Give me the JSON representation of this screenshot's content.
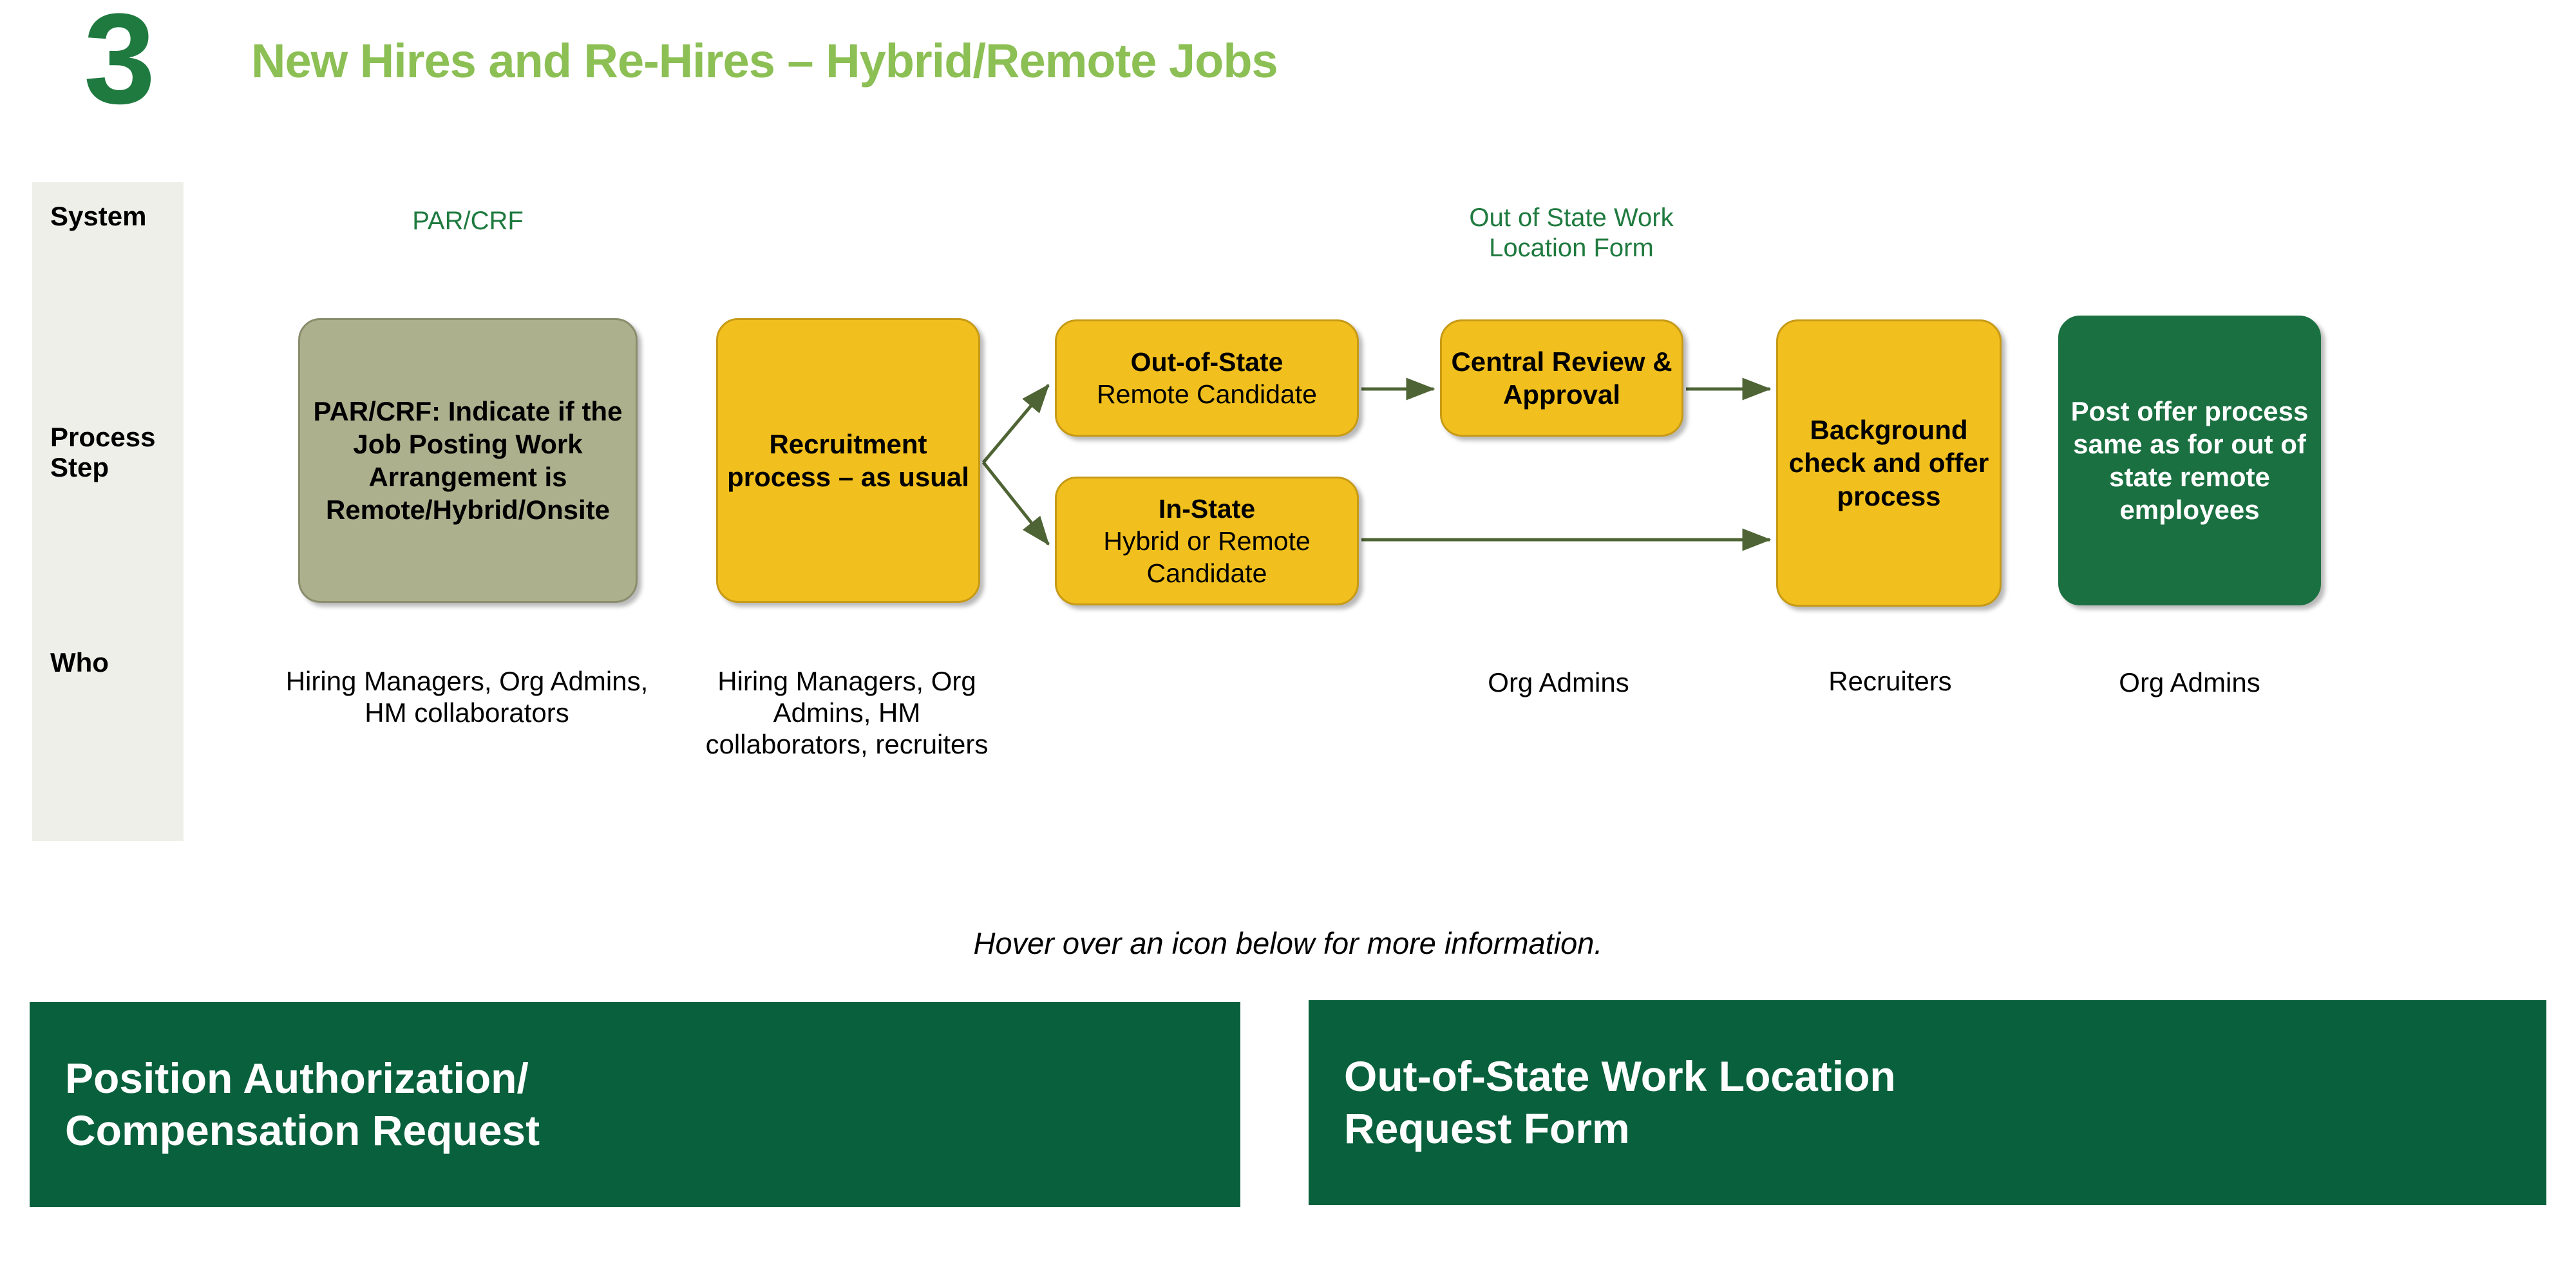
{
  "header": {
    "step_number": "3",
    "title": "New Hires and Re-Hires – Hybrid/Remote Jobs"
  },
  "colors": {
    "dark_green": "#1f7a3f",
    "light_green_title": "#8cbf54",
    "banner_green": "#09603c",
    "box_green": "#1a7040",
    "box_yellow": "#f2c01e",
    "box_sage": "#adb08d",
    "lane_background": "#efefe9",
    "connector": "#4f6435"
  },
  "lanes": {
    "system": "System",
    "process_step": "Process\nStep",
    "process_step_line1": "Process",
    "process_step_line2": "Step",
    "who": "Who"
  },
  "system_row": {
    "captions": [
      {
        "id": "parcrf",
        "text": "PAR/CRF"
      },
      {
        "id": "out-of-state-work-location-form",
        "line1": "Out of State Work",
        "line2": "Location Form"
      }
    ]
  },
  "process_row": {
    "boxes": [
      {
        "id": "parcrf",
        "text": "PAR/CRF: Indicate if the Job Posting Work Arrangement is Remote/Hybrid/Onsite",
        "style": "sage"
      },
      {
        "id": "recruitment",
        "text": "Recruitment process – as usual",
        "style": "yellow"
      },
      {
        "id": "out-of-state",
        "heading": "Out-of-State",
        "subtext": "Remote Candidate",
        "style": "yellow"
      },
      {
        "id": "in-state",
        "heading": "In-State",
        "subtext": "Hybrid or Remote Candidate",
        "style": "yellow"
      },
      {
        "id": "central-review",
        "text": "Central Review & Approval",
        "style": "yellow"
      },
      {
        "id": "background-check",
        "text": "Background check and offer process",
        "style": "yellow"
      },
      {
        "id": "post-offer",
        "text": "Post offer process same as for out of state remote employees",
        "style": "green"
      }
    ]
  },
  "who_row": {
    "entries": [
      {
        "id": "parcrf",
        "text": "Hiring Managers, Org Admins, HM collaborators"
      },
      {
        "id": "recruitment",
        "text": "Hiring Managers, Org Admins, HM collaborators, recruiters"
      },
      {
        "id": "central-review",
        "text": "Org Admins"
      },
      {
        "id": "background-check",
        "text": "Recruiters"
      },
      {
        "id": "post-offer",
        "text": "Org Admins"
      }
    ]
  },
  "hover_hint": "Hover over an icon below for more information.",
  "banners": [
    {
      "id": "par-compensation-request",
      "line1": "Position Authorization/",
      "line2": "Compensation Request"
    },
    {
      "id": "out-of-state-work-location-request-form",
      "line1": "Out-of-State Work Location",
      "line2": "Request Form"
    }
  ]
}
